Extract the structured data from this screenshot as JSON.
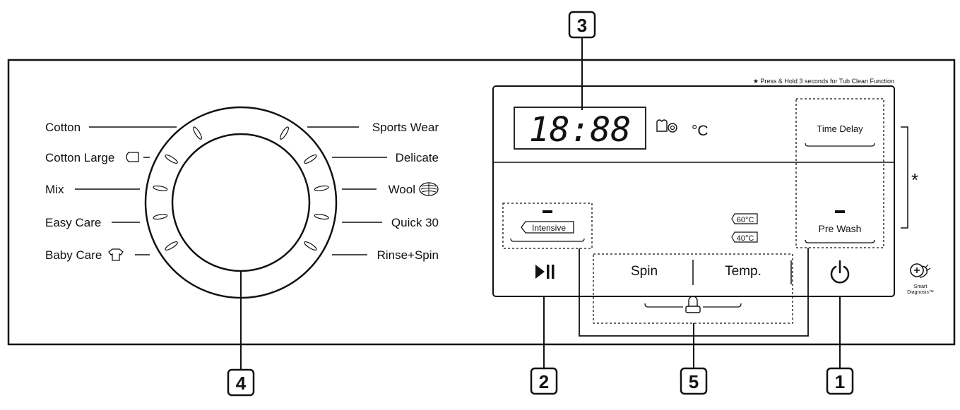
{
  "callouts": {
    "c1": "1",
    "c2": "2",
    "c3": "3",
    "c4": "4",
    "c5": "5"
  },
  "programs_left": [
    "Cotton",
    "Cotton Large",
    "Mix",
    "Easy Care",
    "Baby Care"
  ],
  "programs_right": [
    "Sports Wear",
    "Delicate",
    "Wool",
    "Quick 30",
    "Rinse+Spin"
  ],
  "display": {
    "time": "18:88",
    "temp_unit": "°C"
  },
  "note": "★ Press & Hold 3 seconds for Tub Clean Function",
  "buttons": {
    "time_delay": "Time Delay",
    "pre_wash": "Pre Wash",
    "intensive": "Intensive",
    "spin": "Spin",
    "temp": "Temp."
  },
  "temp_badges": [
    "60°C",
    "40°C"
  ],
  "star": "*",
  "smart_diagnosis": {
    "line1": "Smart",
    "line2": "Diagnosis™"
  },
  "icons": {
    "play_pause": "play-pause-icon",
    "power": "power-icon",
    "lock": "child-lock-icon",
    "soil": "soil-level-icon",
    "smart_diagnosis": "smart-diagnosis-icon"
  }
}
